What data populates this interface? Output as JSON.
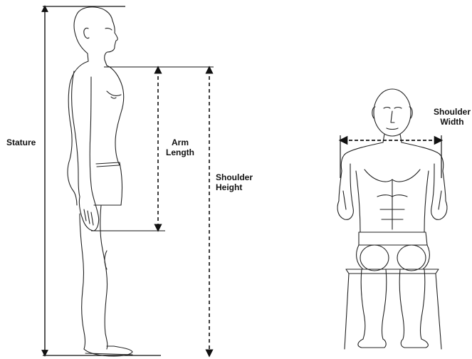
{
  "labels": {
    "stature": "Stature",
    "arm_length": [
      "Arm",
      "Length"
    ],
    "shoulder_height": [
      "Shoulder",
      "Height"
    ],
    "shoulder_width": [
      "Shoulder",
      "Width"
    ]
  },
  "colors": {
    "ink": "#111111",
    "dashed": "#111111"
  }
}
